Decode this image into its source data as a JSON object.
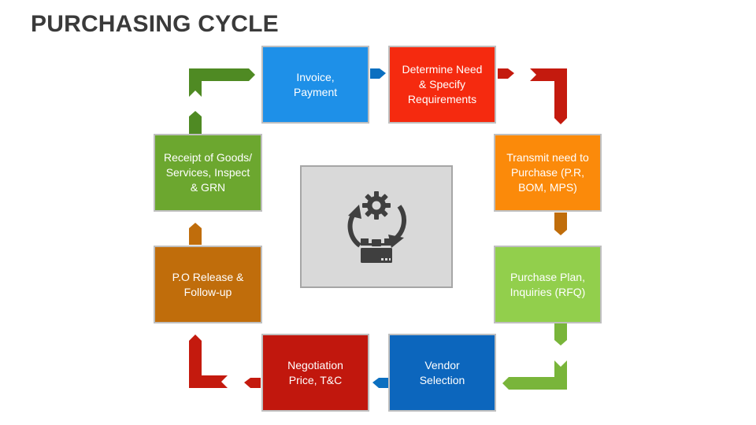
{
  "title": "PURCHASING CYCLE",
  "steps": [
    {
      "label": "Invoice,\nPayment",
      "color": "#1e90e8"
    },
    {
      "label": "Determine Need\n& Specify\nRequirements",
      "color": "#f52a0f"
    },
    {
      "label": "Transmit need to\nPurchase (P.R,\nBOM, MPS)",
      "color": "#fb8a0a"
    },
    {
      "label": "Purchase Plan,\nInquiries (RFQ)",
      "color": "#92cf4c"
    },
    {
      "label": "Vendor\nSelection",
      "color": "#0c66bd"
    },
    {
      "label": "Negotiation\nPrice, T&C",
      "color": "#c1170d"
    },
    {
      "label": "P.O Release &\nFollow-up",
      "color": "#c06d0b"
    },
    {
      "label": "Receipt of Goods/\nServices, Inspect\n& GRN",
      "color": "#6ca72f"
    }
  ],
  "connector_colors": {
    "blue": "#0b6fc0",
    "red": "#c41a0e",
    "orange": "#c06d0b",
    "lightgreen": "#79b53a",
    "darkgreen": "#4f8a23"
  },
  "center": {
    "icon": "gear-cycle-package-icon",
    "icon_color": "#3f3f3f"
  }
}
